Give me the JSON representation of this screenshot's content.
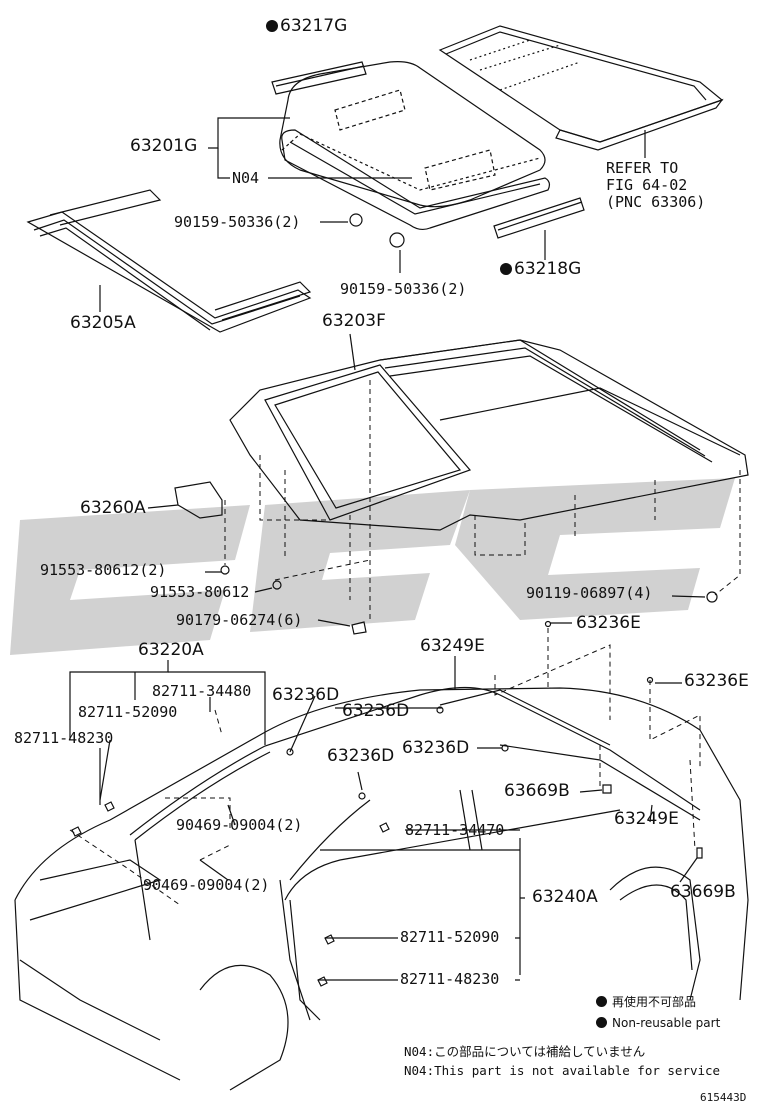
{
  "labels": {
    "p63217G": "63217G",
    "p63201G": "63201G",
    "n04": "N04",
    "refer_line1": "REFER TO",
    "refer_line2": "FIG 64-02",
    "refer_line3": "(PNC 63306)",
    "bolt_50336_a": "90159-50336(2)",
    "bolt_50336_b": "90159-50336(2)",
    "p63218G": "63218G",
    "p63205A": "63205A",
    "p63203F": "63203F",
    "p63260A": "63260A",
    "screw_80612_2": "91553-80612(2)",
    "screw_80612": "91553-80612",
    "clip_06897": "90119-06897(4)",
    "nut_06274": "90179-06274(6)",
    "p63220A": "63220A",
    "p63249E_top": "63249E",
    "p63236E_a": "63236E",
    "p63236E_b": "63236E",
    "clip_34480": "82711-34480",
    "p63236D_a": "63236D",
    "clip_52090_a": "82711-52090",
    "p63236D_b": "63236D",
    "clip_48230_a": "82711-48230",
    "p63236D_c": "63236D",
    "p63236D_d": "63236D",
    "p63669B_a": "63669B",
    "p63249E_bot": "63249E",
    "clip_09004_a": "90469-09004(2)",
    "clip_34470": "82711-34470",
    "clip_09004_b": "90469-09004(2)",
    "p63240A": "63240A",
    "p63669B_b": "63669B",
    "clip_52090_b": "82711-52090",
    "clip_48230_b": "82711-48230"
  },
  "legend": {
    "jp": "再使用不可部品",
    "en": "Non-reusable part"
  },
  "notes": {
    "jp": "N04:この部品については補給していません",
    "en": "N04:This part is not available for service"
  },
  "figure_id": "615443D",
  "colors": {
    "ink": "#111111",
    "watermark": "#c8c8c8"
  }
}
